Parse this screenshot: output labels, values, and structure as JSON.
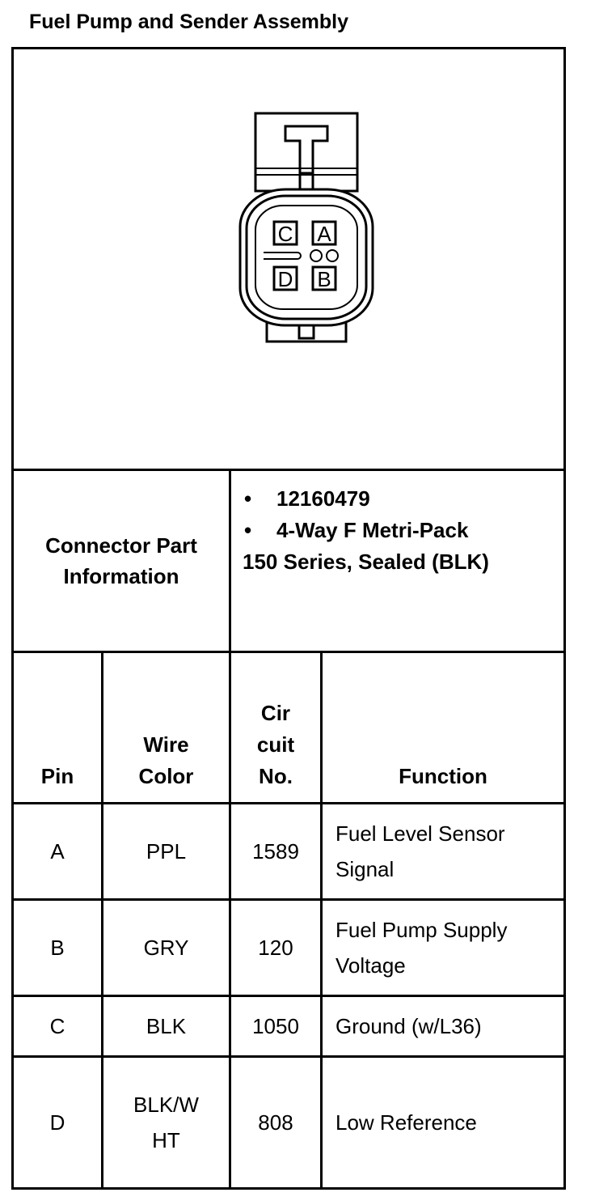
{
  "document": {
    "title": "Fuel Pump and Sender Assembly"
  },
  "connector_diagram": {
    "pin_labels": [
      "C",
      "A",
      "D",
      "B"
    ]
  },
  "connector_info": {
    "label_line1": "Connector Part",
    "label_line2": "Information",
    "bullets": [
      "12160479",
      "4-Way F Metri-Pack"
    ],
    "bullet_symbol": "•",
    "continuation": "150 Series, Sealed (BLK)"
  },
  "pin_table": {
    "headers": {
      "pin": "Pin",
      "wire_color_line1": "Wire",
      "wire_color_line2": "Color",
      "circuit_line1": "Cir",
      "circuit_line2": "cuit",
      "circuit_line3": "No.",
      "function": "Function"
    },
    "rows": [
      {
        "pin": "A",
        "wire_color": [
          "PPL"
        ],
        "circuit": "1589",
        "function": [
          "Fuel Level Sensor",
          "Signal"
        ]
      },
      {
        "pin": "B",
        "wire_color": [
          "GRY"
        ],
        "circuit": "120",
        "function": [
          "Fuel Pump Supply",
          "Voltage"
        ]
      },
      {
        "pin": "C",
        "wire_color": [
          "BLK"
        ],
        "circuit": "1050",
        "function": [
          "Ground (w/L36)"
        ]
      },
      {
        "pin": "D",
        "wire_color": [
          "BLK/W",
          "HT"
        ],
        "circuit": "808",
        "function": [
          "Low Reference"
        ]
      }
    ]
  }
}
